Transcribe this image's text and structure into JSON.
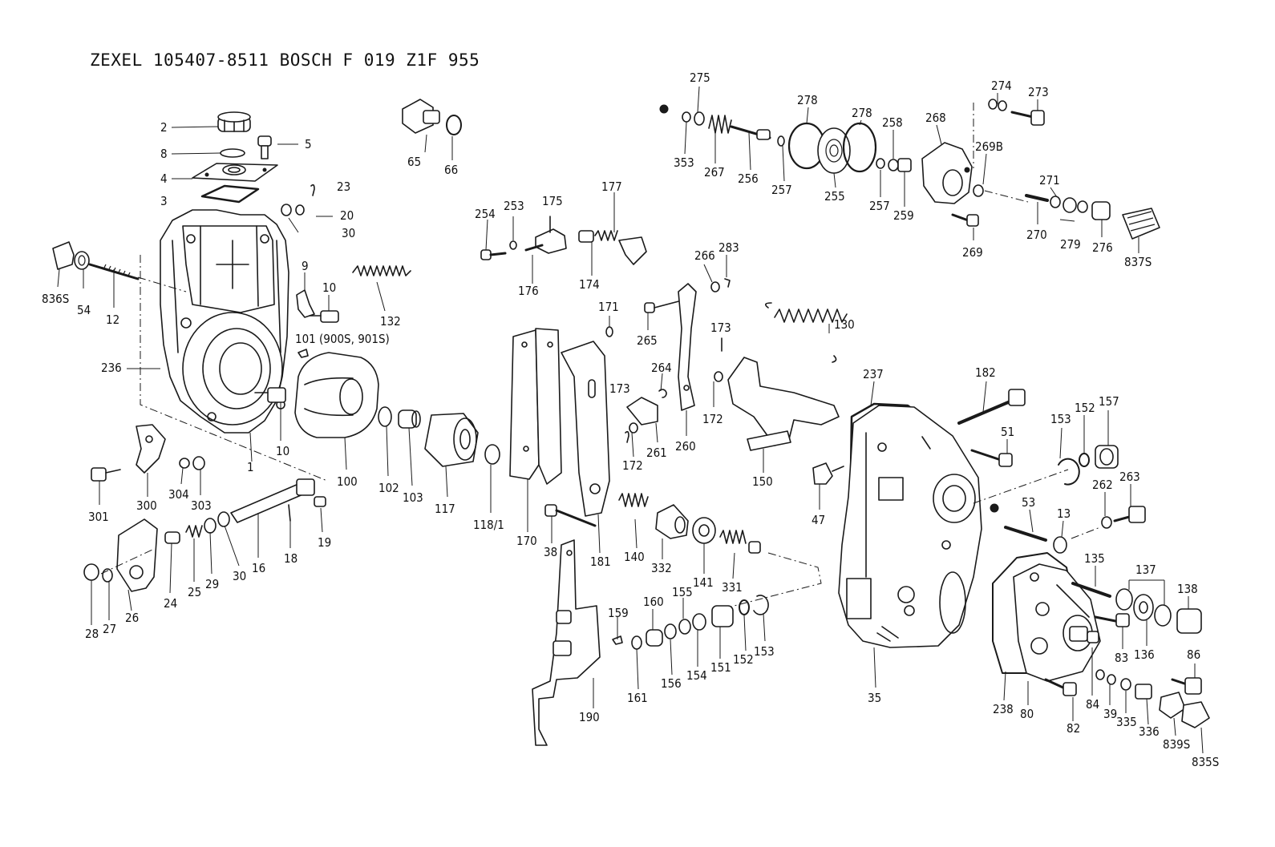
{
  "title": "ZEXEL  105407-8511  BOSCH  F 019 Z1F 955",
  "labels": [
    {
      "id": "l-2",
      "text": "2"
    },
    {
      "id": "l-8",
      "text": "8"
    },
    {
      "id": "l-4",
      "text": "4"
    },
    {
      "id": "l-3",
      "text": "3"
    },
    {
      "id": "l-5",
      "text": "5"
    },
    {
      "id": "l-23",
      "text": "23"
    },
    {
      "id": "l-20",
      "text": "20"
    },
    {
      "id": "l-30a",
      "text": "30"
    },
    {
      "id": "l-65",
      "text": "65"
    },
    {
      "id": "l-66",
      "text": "66"
    },
    {
      "id": "l-9",
      "text": "9"
    },
    {
      "id": "l-10a",
      "text": "10"
    },
    {
      "id": "l-132",
      "text": "132"
    },
    {
      "id": "l-101",
      "text": "101 (900S, 901S)"
    },
    {
      "id": "l-836s",
      "text": "836S"
    },
    {
      "id": "l-54",
      "text": "54"
    },
    {
      "id": "l-12",
      "text": "12"
    },
    {
      "id": "l-236",
      "text": "236"
    },
    {
      "id": "l-10b",
      "text": "10"
    },
    {
      "id": "l-1",
      "text": "1"
    },
    {
      "id": "l-100",
      "text": "100"
    },
    {
      "id": "l-102",
      "text": "102"
    },
    {
      "id": "l-103",
      "text": "103"
    },
    {
      "id": "l-117",
      "text": "117"
    },
    {
      "id": "l-118",
      "text": "118/1"
    },
    {
      "id": "l-301",
      "text": "301"
    },
    {
      "id": "l-300",
      "text": "300"
    },
    {
      "id": "l-304",
      "text": "304"
    },
    {
      "id": "l-303",
      "text": "303"
    },
    {
      "id": "l-19",
      "text": "19"
    },
    {
      "id": "l-18",
      "text": "18"
    },
    {
      "id": "l-16",
      "text": "16"
    },
    {
      "id": "l-30b",
      "text": "30"
    },
    {
      "id": "l-29",
      "text": "29"
    },
    {
      "id": "l-25",
      "text": "25"
    },
    {
      "id": "l-24",
      "text": "24"
    },
    {
      "id": "l-26",
      "text": "26"
    },
    {
      "id": "l-27",
      "text": "27"
    },
    {
      "id": "l-28",
      "text": "28"
    },
    {
      "id": "l-254",
      "text": "254"
    },
    {
      "id": "l-253",
      "text": "253"
    },
    {
      "id": "l-175",
      "text": "175"
    },
    {
      "id": "l-177",
      "text": "177"
    },
    {
      "id": "l-176",
      "text": "176"
    },
    {
      "id": "l-174",
      "text": "174"
    },
    {
      "id": "l-171",
      "text": "171"
    },
    {
      "id": "l-170",
      "text": "170"
    },
    {
      "id": "l-38",
      "text": "38"
    },
    {
      "id": "l-181",
      "text": "181"
    },
    {
      "id": "l-140",
      "text": "140"
    },
    {
      "id": "l-332",
      "text": "332"
    },
    {
      "id": "l-141",
      "text": "141"
    },
    {
      "id": "l-331",
      "text": "331"
    },
    {
      "id": "l-190",
      "text": "190"
    },
    {
      "id": "l-159",
      "text": "159"
    },
    {
      "id": "l-160",
      "text": "160"
    },
    {
      "id": "l-161",
      "text": "161"
    },
    {
      "id": "l-155",
      "text": "155"
    },
    {
      "id": "l-156",
      "text": "156"
    },
    {
      "id": "l-154",
      "text": "154"
    },
    {
      "id": "l-151",
      "text": "151"
    },
    {
      "id": "l-152a",
      "text": "152"
    },
    {
      "id": "l-153a",
      "text": "153"
    },
    {
      "id": "l-275",
      "text": "275"
    },
    {
      "id": "l-353",
      "text": "353"
    },
    {
      "id": "l-267",
      "text": "267"
    },
    {
      "id": "l-256",
      "text": "256"
    },
    {
      "id": "l-257a",
      "text": "257"
    },
    {
      "id": "l-278a",
      "text": "278"
    },
    {
      "id": "l-278b",
      "text": "278"
    },
    {
      "id": "l-255",
      "text": "255"
    },
    {
      "id": "l-258",
      "text": "258"
    },
    {
      "id": "l-257b",
      "text": "257"
    },
    {
      "id": "l-259",
      "text": "259"
    },
    {
      "id": "l-268",
      "text": "268"
    },
    {
      "id": "l-274",
      "text": "274"
    },
    {
      "id": "l-273",
      "text": "273"
    },
    {
      "id": "l-269b",
      "text": "269B"
    },
    {
      "id": "l-269",
      "text": "269"
    },
    {
      "id": "l-271",
      "text": "271"
    },
    {
      "id": "l-270",
      "text": "270"
    },
    {
      "id": "l-279",
      "text": "279"
    },
    {
      "id": "l-276",
      "text": "276"
    },
    {
      "id": "l-837s",
      "text": "837S"
    },
    {
      "id": "l-266",
      "text": "266"
    },
    {
      "id": "l-283",
      "text": "283"
    },
    {
      "id": "l-265",
      "text": "265"
    },
    {
      "id": "l-173a",
      "text": "173"
    },
    {
      "id": "l-264",
      "text": "264"
    },
    {
      "id": "l-173b",
      "text": "173"
    },
    {
      "id": "l-172a",
      "text": "172"
    },
    {
      "id": "l-261",
      "text": "261"
    },
    {
      "id": "l-260",
      "text": "260"
    },
    {
      "id": "l-172b",
      "text": "172"
    },
    {
      "id": "l-130",
      "text": "130"
    },
    {
      "id": "l-150",
      "text": "150"
    },
    {
      "id": "l-237",
      "text": "237"
    },
    {
      "id": "l-182",
      "text": "182"
    },
    {
      "id": "l-51",
      "text": "51"
    },
    {
      "id": "l-47",
      "text": "47"
    },
    {
      "id": "l-35",
      "text": "35"
    },
    {
      "id": "l-153b",
      "text": "153"
    },
    {
      "id": "l-152b",
      "text": "152"
    },
    {
      "id": "l-157",
      "text": "157"
    },
    {
      "id": "l-262",
      "text": "262"
    },
    {
      "id": "l-263",
      "text": "263"
    },
    {
      "id": "l-53",
      "text": "53"
    },
    {
      "id": "l-13",
      "text": "13"
    },
    {
      "id": "l-135",
      "text": "135"
    },
    {
      "id": "l-137",
      "text": "137"
    },
    {
      "id": "l-138",
      "text": "138"
    },
    {
      "id": "l-83",
      "text": "83"
    },
    {
      "id": "l-136",
      "text": "136"
    },
    {
      "id": "l-86",
      "text": "86"
    },
    {
      "id": "l-238",
      "text": "238"
    },
    {
      "id": "l-80",
      "text": "80"
    },
    {
      "id": "l-82",
      "text": "82"
    },
    {
      "id": "l-84",
      "text": "84"
    },
    {
      "id": "l-39",
      "text": "39"
    },
    {
      "id": "l-335",
      "text": "335"
    },
    {
      "id": "l-336",
      "text": "336"
    },
    {
      "id": "l-839s",
      "text": "839S"
    },
    {
      "id": "l-835s",
      "text": "835S"
    }
  ]
}
